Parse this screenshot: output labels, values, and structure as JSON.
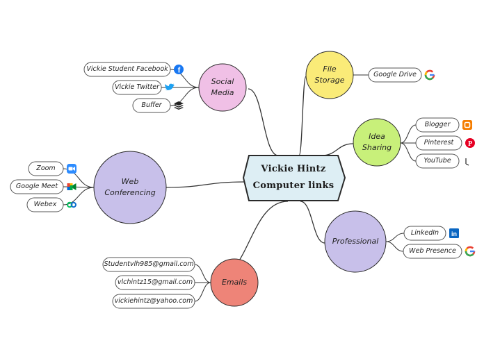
{
  "central_topic": "Vickie Hintz\nComputer links",
  "branches": [
    {
      "id": "social",
      "label": "Social\nMedia",
      "color": "#f0c0e6",
      "leaves": [
        {
          "label": "Vickie Student Facebook",
          "icon": "facebook-icon"
        },
        {
          "label": "Vickie Twitter",
          "icon": "twitter-icon"
        },
        {
          "label": "Buffer",
          "icon": "buffer-icon"
        }
      ]
    },
    {
      "id": "file",
      "label": "File\nStorage",
      "color": "#faeb78",
      "leaves": [
        {
          "label": "Google Drive",
          "icon": "google-icon"
        }
      ]
    },
    {
      "id": "idea",
      "label": "Idea\nSharing",
      "color": "#c8f07a",
      "leaves": [
        {
          "label": "Blogger",
          "icon": "blogger-icon"
        },
        {
          "label": "Pinterest",
          "icon": "pinterest-icon"
        },
        {
          "label": "YouTube",
          "icon": "youtube-icon"
        }
      ]
    },
    {
      "id": "web",
      "label": "Web\nConferencing",
      "color": "#c8c0ea",
      "leaves": [
        {
          "label": "Zoom",
          "icon": "zoom-icon"
        },
        {
          "label": "Google Meet",
          "icon": "google-meet-icon"
        },
        {
          "label": "Webex",
          "icon": "webex-icon"
        }
      ]
    },
    {
      "id": "pro",
      "label": "Professional",
      "color": "#c8c0ea",
      "leaves": [
        {
          "label": "LinkedIn",
          "icon": "linkedin-icon"
        },
        {
          "label": "Web Presence",
          "icon": "google-icon"
        }
      ]
    },
    {
      "id": "emails",
      "label": "Emails",
      "color": "#ee8478",
      "leaves": [
        {
          "label": "Studentvlh985@gmail.com"
        },
        {
          "label": "vlchintz15@gmail.com"
        },
        {
          "label": "vickiehintz@yahoo.com"
        }
      ]
    }
  ],
  "colors": {
    "center_fill": "#ddeef4",
    "line": "#333333",
    "pill_border": "#555555"
  }
}
